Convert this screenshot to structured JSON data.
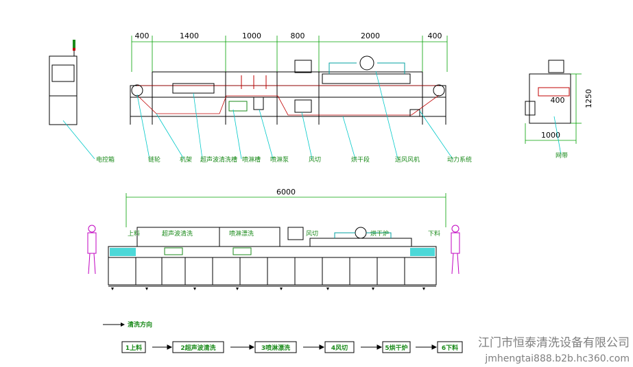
{
  "top_view": {
    "dimensions": [
      "400",
      "1400",
      "1000",
      "800",
      "2000",
      "400"
    ],
    "callouts": [
      "电控箱",
      "链轮",
      "机架",
      "超声波清洗槽",
      "喷淋槽",
      "喷淋泵",
      "风切",
      "烘干段",
      "送风风机",
      "动力系统"
    ]
  },
  "side_view": {
    "height_dim": "1250",
    "width_dim": "1000",
    "inner_dim": "400",
    "callout": "网带"
  },
  "front_view": {
    "total_dim": "6000",
    "section_labels": [
      "上料",
      "超声波清洗",
      "喷淋漂洗",
      "风切",
      "烘干炉",
      "下料"
    ]
  },
  "flow": {
    "direction_label": "清洗方向",
    "steps": [
      "1上料",
      "2超声波清洗",
      "3喷淋漂洗",
      "4风切",
      "5烘干炉",
      "6下料"
    ]
  },
  "watermark": {
    "company": "江门市恒泰清洗设备有限公司",
    "url": "jmhengtai888.b2b.hc360.com"
  },
  "colors": {
    "line": "#000000",
    "callout": "#00c8c8",
    "dimension": "#00a000",
    "accent_red": "#c00000",
    "person": "#c000c0",
    "frame": "#3a3aa0"
  }
}
